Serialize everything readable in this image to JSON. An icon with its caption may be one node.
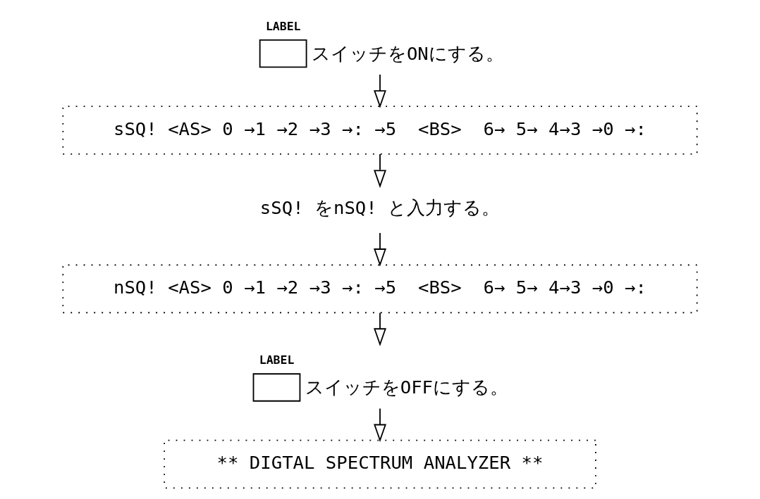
{
  "diagram": {
    "nodes": [
      {
        "text": [
          "LABEL"
        ],
        "beside": [
          "スイッチをONにする。"
        ]
      },
      {
        "text": [
          "sSQ! <AS> 0 →1 →2 →3 →: →5  <BS>  6→ 5→ 4→3 →0 →:"
        ]
      },
      {
        "text": [
          "sSQ! をnSQ! と入力する。"
        ]
      },
      {
        "text": [
          "nSQ! <AS> 0 →1 →2 →3 →: →5  <BS>  6→ 5→ 4→3 →0 →:"
        ]
      },
      {
        "text": [
          "LABEL"
        ],
        "beside": [
          "スイッチをOFFにする。"
        ]
      },
      {
        "text": [
          "** DIGTAL SPECTRUM ANALYZER **"
        ]
      }
    ],
    "edges": [
      {
        "from": 0,
        "to": 1,
        "arrow": "to"
      },
      {
        "from": 1,
        "to": 2,
        "arrow": "to"
      },
      {
        "from": 2,
        "to": 3,
        "arrow": "to"
      },
      {
        "from": 3,
        "to": 4,
        "arrow": "to"
      },
      {
        "from": 4,
        "to": 5,
        "arrow": "to"
      }
    ]
  }
}
